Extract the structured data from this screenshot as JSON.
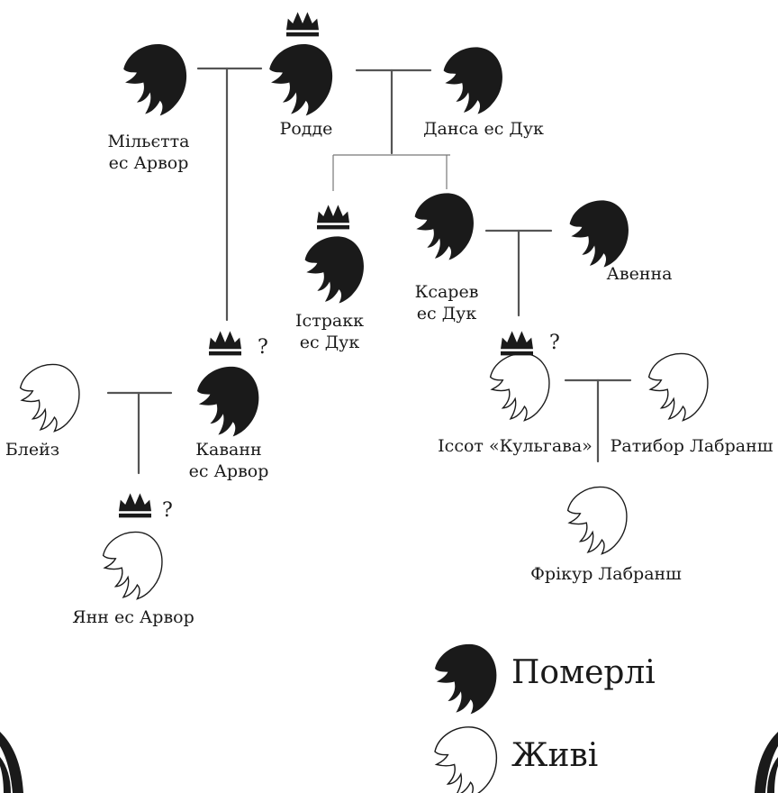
{
  "people": [
    {
      "id": "milietta",
      "name_lines": [
        "Мільєтта",
        "ес Арвор"
      ],
      "status": "dead",
      "crown": false,
      "question": false
    },
    {
      "id": "rodde",
      "name_lines": [
        "Родде"
      ],
      "status": "dead",
      "crown": true,
      "question": false
    },
    {
      "id": "dansa",
      "name_lines": [
        "Данса ес Дук"
      ],
      "status": "dead",
      "crown": false,
      "question": false
    },
    {
      "id": "istrakk",
      "name_lines": [
        "Істракк",
        "ес Дук"
      ],
      "status": "dead",
      "crown": true,
      "question": false
    },
    {
      "id": "ksarev",
      "name_lines": [
        "Ксарев",
        "ес Дук"
      ],
      "status": "dead",
      "crown": false,
      "question": false
    },
    {
      "id": "avenna",
      "name_lines": [
        "Авенна"
      ],
      "status": "dead",
      "crown": false,
      "question": false
    },
    {
      "id": "kavann",
      "name_lines": [
        "Каванн",
        "ес Арвор"
      ],
      "status": "dead",
      "crown": true,
      "question": true
    },
    {
      "id": "bleiz",
      "name_lines": [
        "Блейз"
      ],
      "status": "alive",
      "crown": false,
      "question": false
    },
    {
      "id": "yann",
      "name_lines": [
        "Янн ес Арвор"
      ],
      "status": "alive",
      "crown": true,
      "question": true
    },
    {
      "id": "issot",
      "name_lines": [
        "Іссот «Кульгава»"
      ],
      "status": "alive",
      "crown": true,
      "question": true
    },
    {
      "id": "ratybor",
      "name_lines": [
        "Ратибор Лабранш"
      ],
      "status": "alive",
      "crown": false,
      "question": false
    },
    {
      "id": "frikur",
      "name_lines": [
        "Фрікур Лабранш"
      ],
      "status": "alive",
      "crown": false,
      "question": false
    }
  ],
  "question_mark": "?",
  "legend": {
    "dead_label": "Померлі",
    "alive_label": "Живі"
  },
  "colors": {
    "ink": "#1a1a1a",
    "line": "#555555",
    "background": "#ffffff"
  }
}
